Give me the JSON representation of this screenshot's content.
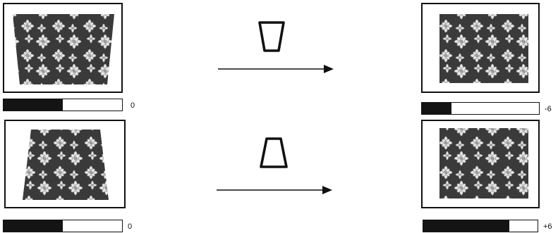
{
  "icons": {
    "keystone_top_wide": "trapezoid-top-wide-icon",
    "keystone_bottom_wide": "trapezoid-bottom-wide-icon",
    "arrow": "right-arrow-icon",
    "photo": "daisy-photo"
  },
  "colors": {
    "bar_fill": "#141414",
    "frame": "#111111",
    "background": "#ffffff"
  },
  "rows": [
    {
      "before": {
        "bar_label": "0",
        "bar_fraction": 0.5
      },
      "after": {
        "bar_label": "-6",
        "bar_fraction": 0.25
      }
    },
    {
      "before": {
        "bar_label": "0",
        "bar_fraction": 0.5
      },
      "after": {
        "bar_label": "+6",
        "bar_fraction": 0.75
      }
    }
  ]
}
